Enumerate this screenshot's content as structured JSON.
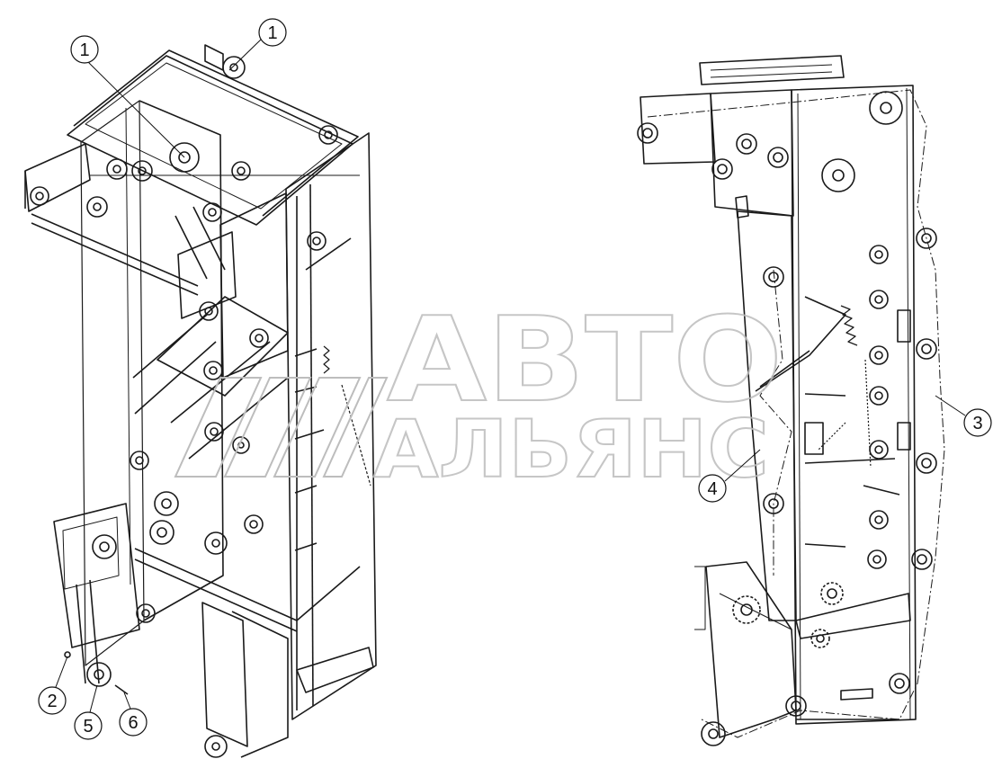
{
  "callouts": [
    {
      "id": "1a",
      "text": "1"
    },
    {
      "id": "1b",
      "text": "1"
    },
    {
      "id": "2",
      "text": "2"
    },
    {
      "id": "3",
      "text": "3"
    },
    {
      "id": "4",
      "text": "4"
    },
    {
      "id": "5",
      "text": "5"
    },
    {
      "id": "6",
      "text": "6"
    }
  ],
  "watermark": {
    "line1": "АВТО",
    "line2": "АЛЬЯНС"
  },
  "colors": {
    "line": "#1a1a1a",
    "watermark": "#bdbdbd",
    "background": "#ffffff"
  }
}
